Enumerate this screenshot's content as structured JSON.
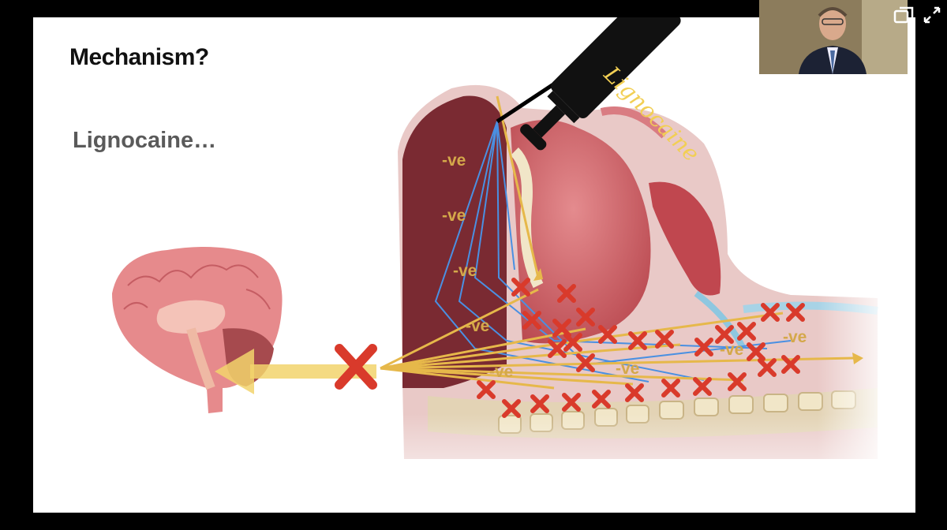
{
  "slide": {
    "title": "Mechanism?",
    "subtitle": "Lignocaine…"
  },
  "syringe": {
    "label": "Lignocaine"
  },
  "signals": [
    {
      "text": "-ve"
    },
    {
      "text": "-ve"
    },
    {
      "text": "-ve"
    },
    {
      "text": "-ve"
    },
    {
      "text": "-ve"
    },
    {
      "text": "-ve"
    },
    {
      "text": "-ve"
    },
    {
      "text": "-ve"
    }
  ],
  "icons": {
    "block": "cross-icon",
    "popout": "popout-window-icon",
    "fullscreen": "fullscreen-icon"
  },
  "colors": {
    "block_cross": "#d93a2b",
    "signal_arrow": "#e6b84a",
    "nerve_path": "#4a90e2",
    "syringe_body": "#111111",
    "syringe_text": "#f2cf54"
  }
}
